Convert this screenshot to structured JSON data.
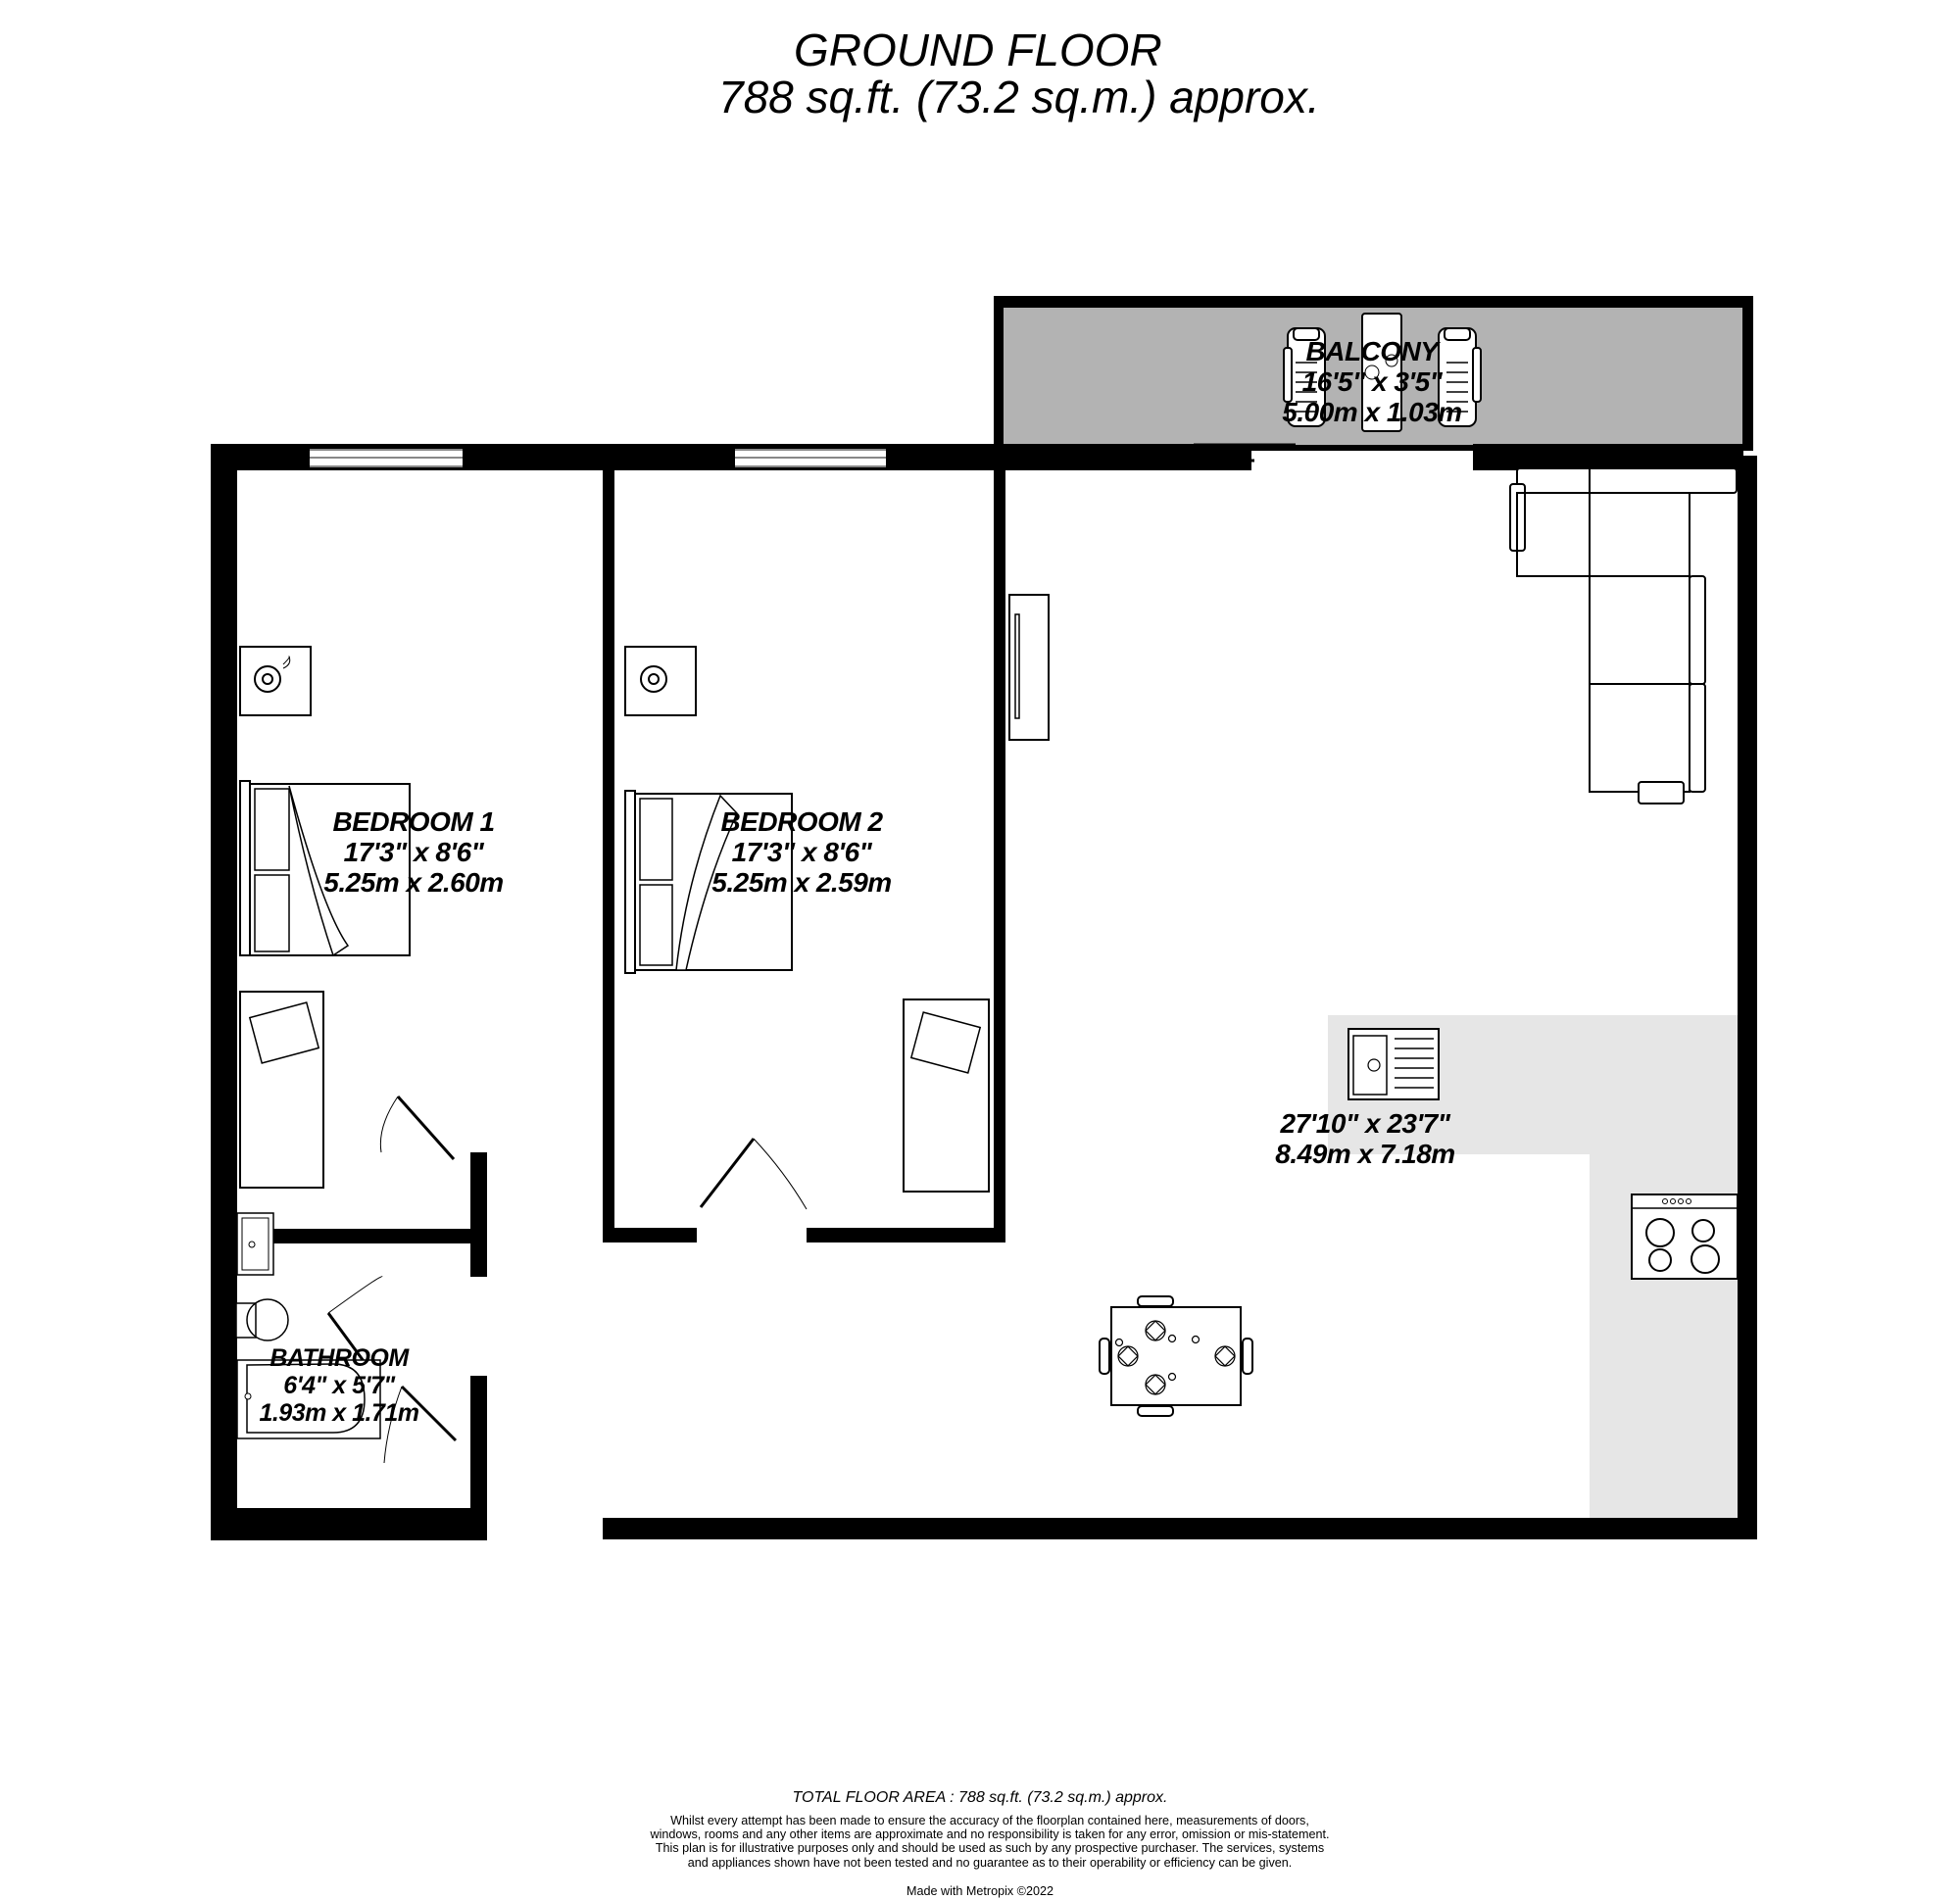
{
  "header": {
    "floor_name": "GROUND FLOOR",
    "floor_area": "788 sq.ft. (73.2 sq.m.) approx."
  },
  "rooms": {
    "balcony": {
      "name": "BALCONY",
      "imperial": "16'5\"  x 3'5\"",
      "metric": "5.00m  x 1.03m"
    },
    "bedroom1": {
      "name": "BEDROOM 1",
      "imperial": "17'3\"  x 8'6\"",
      "metric": "5.25m  x 2.60m"
    },
    "bedroom2": {
      "name": "BEDROOM 2",
      "imperial": "17'3\"  x 8'6\"",
      "metric": "5.25m  x 2.59m"
    },
    "bathroom": {
      "name": "BATHROOM",
      "imperial": "6'4\"  x 5'7\"",
      "metric": "1.93m  x 1.71m"
    },
    "living_kitchen": {
      "name": "",
      "imperial": "27'10\"  x 23'7\"",
      "metric": "8.49m  x 7.18m"
    }
  },
  "footer": {
    "total_area": "TOTAL FLOOR AREA : 788 sq.ft. (73.2 sq.m.) approx.",
    "disclaimer": "Whilst every attempt has been made to ensure the accuracy of the floorplan contained here, measurements of doors, windows, rooms and any other items are approximate and no responsibility is taken for any error, omission or mis-statement. This plan is for illustrative purposes only and should be used as such by any prospective purchaser. The services, systems and appliances shown have not been tested and no guarantee as to their operability or efficiency can be given.",
    "credit": "Made with Metropix ©2022"
  },
  "colors": {
    "wall": "#000000",
    "balcony_fill": "#b3b3b3",
    "kitchen_fill": "#e6e6e6",
    "background": "#ffffff"
  }
}
